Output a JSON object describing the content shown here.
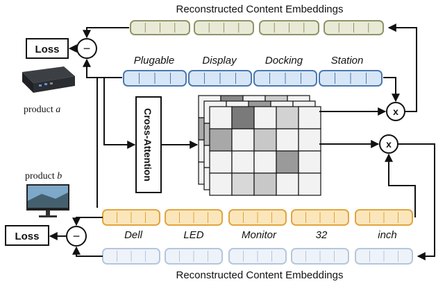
{
  "top": {
    "title": "Reconstructed Content Embeddings",
    "tokens": [
      "Plugable",
      "Display",
      "Docking",
      "Station"
    ]
  },
  "bottom": {
    "title": "Reconstructed Content Embeddings",
    "tokens": [
      "Dell",
      "LED",
      "Monitor",
      "32",
      "inch"
    ]
  },
  "loss_label": "Loss",
  "minus_symbol": "−",
  "multiply_symbol": "x",
  "cross_attention_label": "Cross-Attention",
  "product_a": {
    "prefix": "product ",
    "letter": "a"
  },
  "product_b": {
    "prefix": "product ",
    "letter": "b"
  },
  "colors": {
    "top_recon_fill": "#e9ead6",
    "top_recon_stroke": "#8f9468",
    "blue_fill": "#d7e6f6",
    "blue_stroke": "#4b78b0",
    "orange_fill": "#fbe6bb",
    "orange_stroke": "#e0a53d",
    "bottom_recon_fill": "#eef3fa",
    "bottom_recon_stroke": "#b5c6dc"
  }
}
